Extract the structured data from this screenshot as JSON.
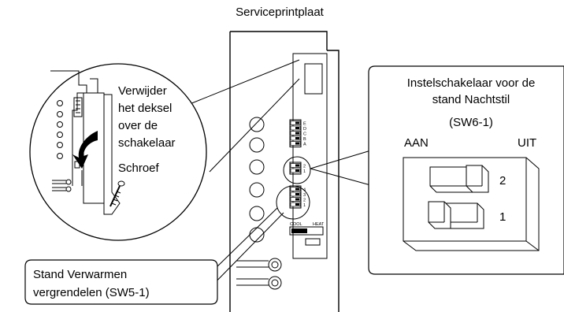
{
  "title": "Serviceprintplaat",
  "callout_remove": [
    "Verwijder",
    "het deksel",
    "over de",
    "schakelaar"
  ],
  "callout_screw": "Schroef",
  "setting_switch": {
    "title_lines": [
      "Instelschakelaar voor de",
      "stand Nachtstil",
      "(SW6-1)"
    ],
    "on_label": "AAN",
    "off_label": "UIT",
    "positions": [
      "2",
      "1"
    ]
  },
  "heating_lock": [
    "Stand Verwarmen",
    "vergrendelen (SW5-1)"
  ],
  "board_dip_a": [
    "E",
    "D",
    "C",
    "B",
    "A"
  ],
  "board_dip_b": [
    "2",
    "1"
  ],
  "board_dip_c": [
    "4",
    "3",
    "2",
    "1"
  ],
  "board_cool": "COOL",
  "board_heat": "HEAT",
  "colors": {
    "line": "#000000",
    "background": "#ffffff",
    "switch_fill": "#e6e6e6"
  }
}
